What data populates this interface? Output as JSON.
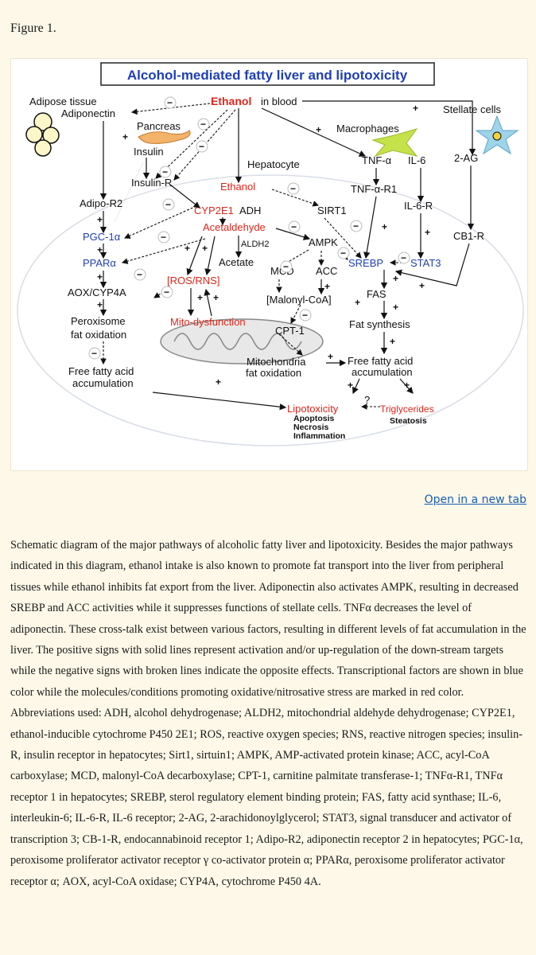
{
  "figure_label": "Figure 1.",
  "open_link": "Open in a new tab",
  "diagram": {
    "title": "Alcohol-mediated fatty liver and lipotoxicity",
    "ethanol_blood": "Ethanol",
    "in_blood": "in blood",
    "adipose_tissue": "Adipose tissue",
    "adiponectin": "Adiponectin",
    "pancreas": "Pancreas",
    "insulin": "Insulin",
    "insulin_r": "Insulin-R",
    "hepatocyte": "Hepatocyte",
    "macrophages": "Macrophages",
    "stellate_cells": "Stellate cells",
    "tnf_a": "TNF-α",
    "il6": "IL-6",
    "two_ag": "2-AG",
    "tnf_a_r1": "TNF-α-R1",
    "il6_r": "IL-6-R",
    "cb1_r": "CB1-R",
    "adipo_r2": "Adipo-R2",
    "ethanol_hep": "Ethanol",
    "cyp2e1": "CYP2E1",
    "adh": "ADH",
    "sirt1": "SIRT1",
    "pgc1a": "PGC-1α",
    "acetaldehyde": "Acetaldehyde",
    "aldh2": "ALDH2",
    "ampk": "AMPK",
    "ppara": "PPARα",
    "acetate": "Acetate",
    "mcd": "MCD",
    "acc": "ACC",
    "srebp": "SREBP",
    "stat3": "STAT3",
    "ros_rns": "[ROS/RNS]",
    "aox": "AOX/CYP4A",
    "malonyl": "[Malonyl-CoA]",
    "fas": "FAS",
    "peroxisome": "Peroxisome",
    "fat_oxidation": "fat oxidation",
    "mito_dys": "Mito-dysfunction",
    "cpt1": "CPT-1",
    "fat_synthesis": "Fat synthesis",
    "mitochondria": "Mitochondria",
    "mito_fat_ox": "fat oxidation",
    "ffa_acc_left_1": "Free fatty acid",
    "ffa_acc_left_2": "accumulation",
    "ffa_acc_right_1": "Free fatty acid",
    "ffa_acc_right_2": "accumulation",
    "question": "?",
    "lipotoxicity": "Lipotoxicity",
    "triglycerides": "Triglycerides",
    "apoptosis": "Apoptosis",
    "necrosis": "Necrosis",
    "inflammation": "Inflammation",
    "steatosis": "Steatosis"
  },
  "caption": "Schematic diagram of the major pathways of alcoholic fatty liver and lipotoxicity. Besides the major pathways indicated in this diagram, ethanol intake is also known to promote fat transport into the liver from peripheral tissues while ethanol inhibits fat export from the liver. Adiponectin also activates AMPK, resulting in decreased SREBP and ACC activities while it suppresses functions of stellate cells. TNFα decreases the level of adiponectin. These cross-talk exist between various factors, resulting in different levels of fat accumulation in the liver. The positive signs with solid lines represent activation and/or up-regulation of the down-stream targets while the negative signs with broken lines indicate the opposite effects. Transcriptional factors are shown in blue color while the molecules/conditions promoting oxidative/nitrosative stress are marked in red color. Abbreviations used: ADH, alcohol dehydrogenase; ALDH2, mitochondrial aldehyde dehydrogenase; CYP2E1, ethanol-inducible cytochrome P450 2E1; ROS, reactive oxygen species; RNS, reactive nitrogen species; insulin-R, insulin receptor in hepatocytes; Sirt1, sirtuin1; AMPK, AMP-activated protein kinase; ACC, acyl-CoA carboxylase; MCD, malonyl-CoA decarboxylase; CPT-1, carnitine palmitate transferase-1; TNFα-R1, TNFα receptor 1 in hepatocytes; SREBP, sterol regulatory element binding protein; FAS, fatty acid synthase; IL-6, interleukin-6; IL-6-R, IL-6 receptor; 2-AG, 2-arachidonoylglycerol; STAT3, signal transducer and activator of transcription 3; CB-1-R, endocannabinoid receptor 1; Adipo-R2, adiponectin receptor 2 in hepatocytes; PGC-1α, peroxisome proliferator activator receptor γ co-activator protein α; PPARα, peroxisome proliferator activator receptor α; AOX, acyl-CoA oxidase; CYP4A, cytochrome P450 4A."
}
